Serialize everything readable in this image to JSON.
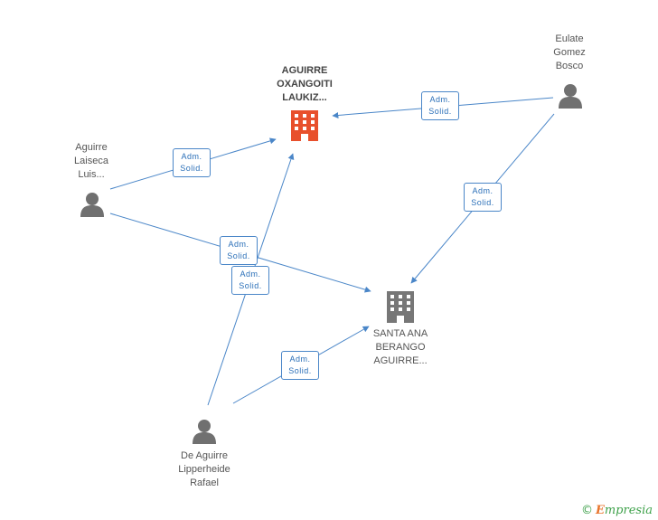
{
  "nodes": {
    "company_main": {
      "lines": [
        "AGUIRRE",
        "OXANGOITI",
        "LAUKIZ..."
      ],
      "color": "#e8502c"
    },
    "company_second": {
      "lines": [
        "SANTA ANA",
        "BERANGO",
        "AGUIRRE..."
      ],
      "color": "#777777"
    },
    "person_eulate": {
      "lines": [
        "Eulate",
        "Gomez",
        "Bosco"
      ]
    },
    "person_aguirre_laiseca": {
      "lines": [
        "Aguirre",
        "Laiseca",
        "Luis..."
      ]
    },
    "person_de_aguirre": {
      "lines": [
        "De Aguirre",
        "Lipperheide",
        "Rafael"
      ]
    }
  },
  "edge_label": {
    "line1": "Adm.",
    "line2": "Solid."
  },
  "colors": {
    "edge": "#4a86c8",
    "person_icon": "#707070"
  },
  "footer": {
    "copyright": "©",
    "brand_first": "E",
    "brand_rest": "mpresia"
  }
}
